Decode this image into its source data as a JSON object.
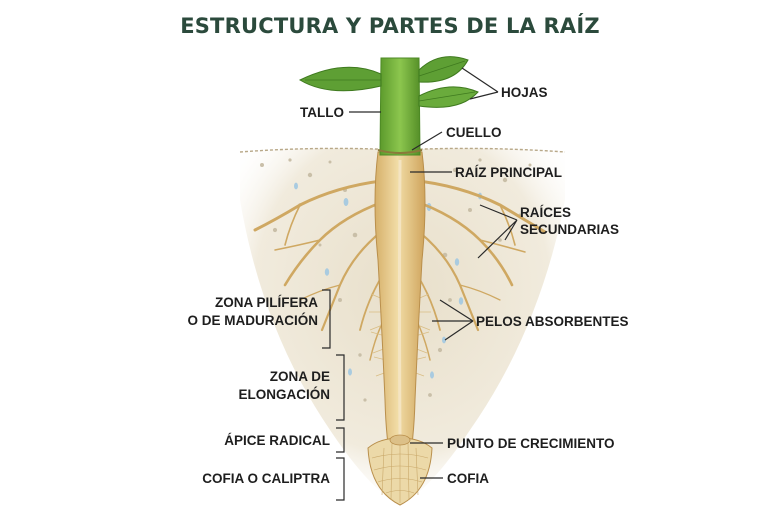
{
  "title": "ESTRUCTURA Y PARTES DE LA RAÍZ",
  "labels": {
    "hojas": "HOJAS",
    "tallo": "TALLO",
    "cuello": "CUELLO",
    "raiz_principal": "RAÍZ PRINCIPAL",
    "raices_secundarias_1": "RAÍCES",
    "raices_secundarias_2": "SECUNDARIAS",
    "zona_pilifera_1": "ZONA PILÍFERA",
    "zona_pilifera_2": "O DE MADURACIÓN",
    "pelos_absorbentes": "PELOS ABSORBENTES",
    "zona_elongacion_1": "ZONA DE",
    "zona_elongacion_2": "ELONGACIÓN",
    "apice_radical": "ÁPICE RADICAL",
    "punto_crecimiento": "PUNTO DE CRECIMIENTO",
    "cofia_caliptra": "COFIA O CALIPTRA",
    "cofia": "COFIA"
  },
  "colors": {
    "title": "#2b4a3c",
    "stem": "#6fae3a",
    "leaf": "#5e9f34",
    "root": "#e3c98a",
    "soil": "#efe8d8",
    "water": "#a9cbe0"
  }
}
